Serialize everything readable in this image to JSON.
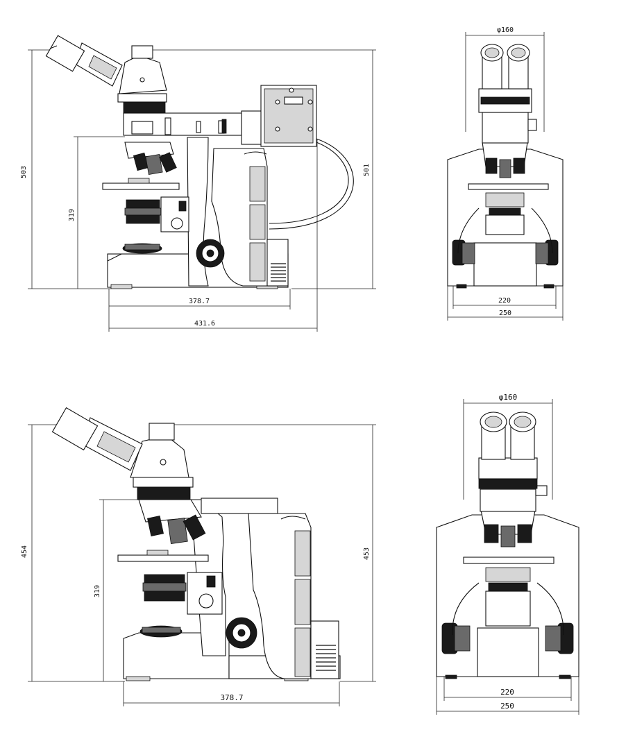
{
  "figure_top": {
    "side_view": {
      "overall_height": "503",
      "right_height": "501",
      "stage_height": "319",
      "base_depth": "378.7",
      "total_length": "431.6"
    },
    "front_view": {
      "eyepiece_span": "φ160",
      "base_width_inner": "220",
      "base_width_outer": "250"
    }
  },
  "figure_bottom": {
    "side_view": {
      "overall_height": "454",
      "right_height": "453",
      "stage_height": "319",
      "base_depth": "378.7"
    },
    "front_view": {
      "eyepiece_span": "φ160",
      "base_width_inner": "220",
      "base_width_outer": "250"
    }
  }
}
